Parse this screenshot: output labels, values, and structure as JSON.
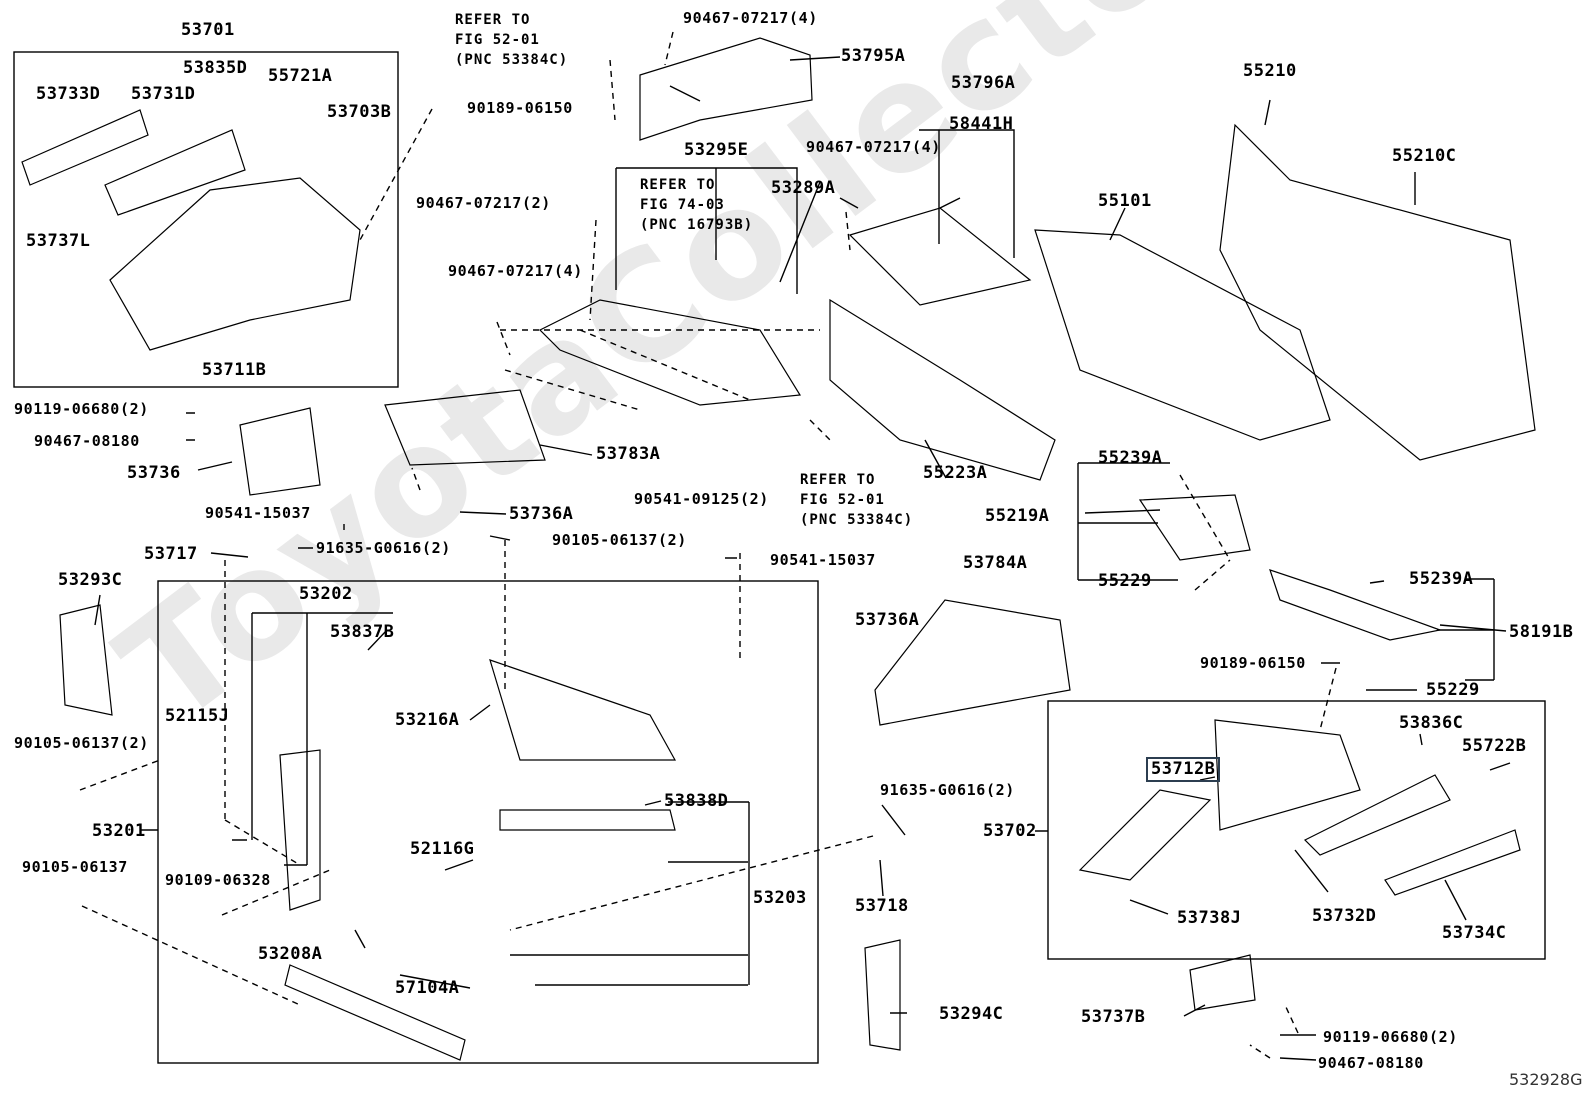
{
  "diagram_id": "532928G",
  "watermark": "ToyotaCollector.ru",
  "refs": {
    "r1": "REFER TO\nFIG 52-01\n(PNC 53384C)",
    "r2": "REFER TO\nFIG 74-03\n(PNC 16793B)",
    "r3": "REFER TO\nFIG 52-01\n(PNC 53384C)"
  },
  "parts": {
    "p53701": "53701",
    "p53835D": "53835D",
    "p53733D": "53733D",
    "p53731D": "53731D",
    "p55721A": "55721A",
    "p53703B": "53703B",
    "p90189a": "90189-06150",
    "p53737L": "53737L",
    "p53711B": "53711B",
    "p90467a": "90467-07217(4)",
    "p53795A": "53795A",
    "p53796A": "53796A",
    "p58441H": "58441H",
    "p90467b": "90467-07217(4)",
    "p53289A": "53289A",
    "p53295E": "53295E",
    "p90467c": "90467-07217(2)",
    "p90467d": "90467-07217(4)",
    "p55210": "55210",
    "p55210C": "55210C",
    "p55101": "55101",
    "p90119a": "90119-06680(2)",
    "p90467e": "90467-08180",
    "p53736": "53736",
    "p53783A": "53783A",
    "p55223A": "55223A",
    "p90541a": "90541-15037",
    "p53736A1": "53736A",
    "p90541b": "90541-09125(2)",
    "p55239A1": "55239A",
    "p55219A": "55219A",
    "p55229a": "55229",
    "p53717": "53717",
    "p91635a": "91635-G0616(2)",
    "p90105a": "90105-06137(2)",
    "p90541c": "90541-15037",
    "p53784A": "53784A",
    "p55239A2": "55239A",
    "p53293C": "53293C",
    "p53202": "53202",
    "p53837B": "53837B",
    "p53736A2": "53736A",
    "p58191B": "58191B",
    "p90189b": "90189-06150",
    "p55229b": "55229",
    "p52115J": "52115J",
    "p53216A": "53216A",
    "p53836C": "53836C",
    "p55722B": "55722B",
    "p53712B": "53712B",
    "p90105b": "90105-06137(2)",
    "p91635b": "91635-G0616(2)",
    "p53838D": "53838D",
    "p53201": "53201",
    "p53702": "53702",
    "p90105c": "90105-06137",
    "p52116G": "52116G",
    "p90109": "90109-06328",
    "p53718": "53718",
    "p53203": "53203",
    "p53732D": "53732D",
    "p53738J": "53738J",
    "p53734C": "53734C",
    "p53208A": "53208A",
    "p57104A": "57104A",
    "p53294C": "53294C",
    "p53737B": "53737B",
    "p90119b": "90119-06680(2)",
    "p90467f": "90467-08180"
  }
}
